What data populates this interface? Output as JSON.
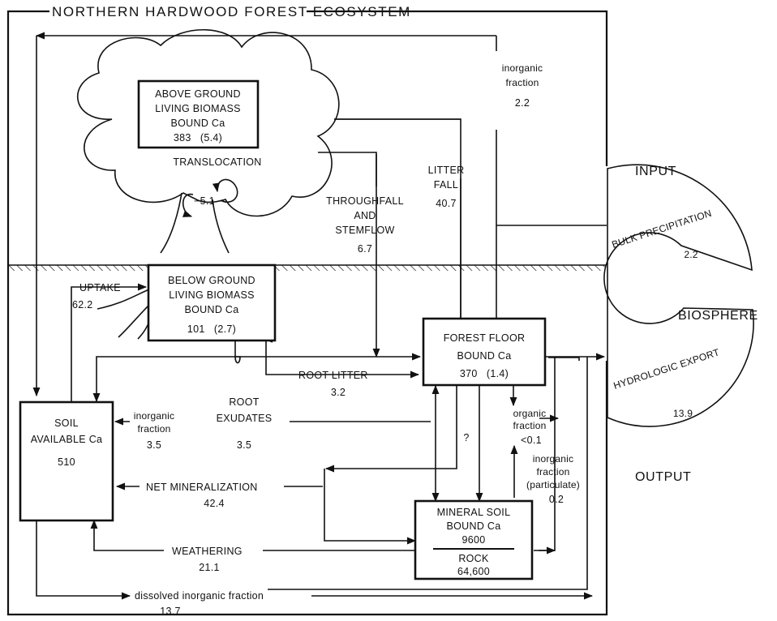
{
  "title": "NORTHERN HARDWOOD FOREST ECOSYSTEM",
  "side_labels": {
    "input": "INPUT",
    "biosphere": "BIOSPHERE",
    "output": "OUTPUT"
  },
  "above_ground": {
    "line1": "ABOVE GROUND",
    "line2": "LIVING BIOMASS",
    "line3": "BOUND Ca",
    "value": "383   (5.4)"
  },
  "translocation": {
    "label": "TRANSLOCATION",
    "value": "−5.1"
  },
  "below_ground": {
    "line1": "BELOW GROUND",
    "line2": "LIVING BIOMASS",
    "line3": "BOUND Ca",
    "value": "101   (2.7)"
  },
  "forest_floor": {
    "line1": "FOREST FLOOR",
    "line2": "BOUND Ca",
    "value": "370   (1.4)"
  },
  "soil_available": {
    "line1": "SOIL",
    "line2": "AVAILABLE Ca",
    "value": "510"
  },
  "mineral_soil": {
    "line1": "MINERAL SOIL",
    "line2": "BOUND Ca",
    "value": "9600",
    "rock_label": "ROCK",
    "rock_value": "64,600"
  },
  "flows": {
    "inorganic_top": {
      "line1": "inorganic",
      "line2": "fraction",
      "value": "2.2"
    },
    "litter_fall": {
      "line1": "LITTER",
      "line2": "FALL",
      "value": "40.7"
    },
    "throughfall": {
      "line1": "THROUGHFALL",
      "line2": "AND",
      "line3": "STEMFLOW",
      "value": "6.7"
    },
    "bulk_precipitation": {
      "label": "BULK PRECIPITATION",
      "value": "2.2"
    },
    "uptake": {
      "label": "UPTAKE",
      "value": "62.2"
    },
    "root_litter": {
      "label": "ROOT LITTER",
      "value": "3.2"
    },
    "hydrologic_export": {
      "label": "HYDROLOGIC EXPORT",
      "value": "13.9"
    },
    "inorganic_left": {
      "line1": "inorganic",
      "line2": "fraction",
      "value": "3.5"
    },
    "root_exudates": {
      "line1": "ROOT",
      "line2": "EXUDATES",
      "value": "3.5"
    },
    "organic_fraction": {
      "line1": "organic",
      "line2": "fraction",
      "value": "<0.1"
    },
    "question": "?",
    "inorganic_particulate": {
      "line1": "inorganic",
      "line2": "fraction",
      "line3": "(particulate)",
      "value": "0.2"
    },
    "net_mineralization": {
      "label": "NET MINERALIZATION",
      "value": "42.4"
    },
    "weathering": {
      "label": "WEATHERING",
      "value": "21.1"
    },
    "dissolved": {
      "label": "dissolved inorganic fraction",
      "value": "13.7"
    }
  }
}
